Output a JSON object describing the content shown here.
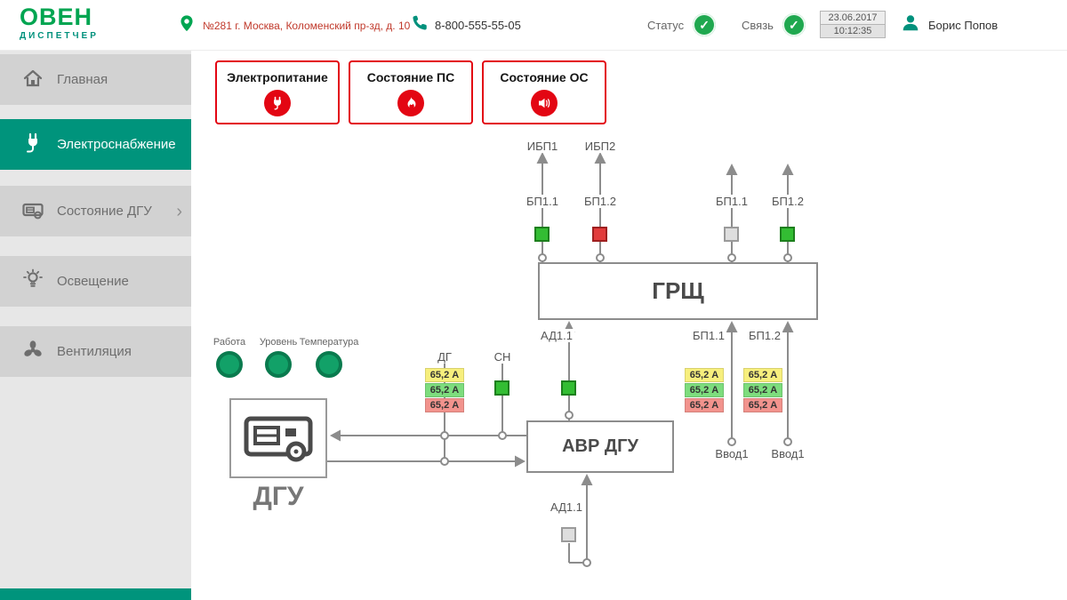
{
  "icons": {
    "check": "✓",
    "chevron": "›"
  },
  "header": {
    "logo_title": "ОВЕН",
    "logo_subtitle": "ДИСПЕТЧЕР",
    "address": "№281 г. Москва, Коломенский пр-зд, д. 10",
    "phone": "8-800-555-55-05",
    "status_label": "Статус",
    "link_label": "Связь",
    "date": "23.06.2017",
    "time": "10:12:35",
    "user_name": "Борис Попов"
  },
  "sidebar": {
    "items": [
      {
        "label": "Главная"
      },
      {
        "label": "Электроснабжение"
      },
      {
        "label": "Состояние ДГУ"
      },
      {
        "label": "Освещение"
      },
      {
        "label": "Вентиляция"
      }
    ]
  },
  "alarm_buttons": [
    {
      "label": "Электропитание"
    },
    {
      "label": "Состояние ПС"
    },
    {
      "label": "Состояние ОС"
    }
  ],
  "diagram": {
    "ibp1": "ИБП1",
    "ibp2": "ИБП2",
    "grshch": "ГРЩ",
    "avr": "АВР ДГУ",
    "dgu": "ДГУ",
    "top_breakers": [
      {
        "label": "БП1.1",
        "state": "on"
      },
      {
        "label": "БП1.2",
        "state": "alarm"
      },
      {
        "label": "БП1.1",
        "state": "off"
      },
      {
        "label": "БП1.2",
        "state": "on"
      }
    ],
    "indicators": [
      {
        "label": "Работа",
        "state": "on"
      },
      {
        "label": "Уровень",
        "state": "on"
      },
      {
        "label": "Температура",
        "state": "on"
      }
    ],
    "dg": {
      "label": "ДГ",
      "currents": [
        "65,2 А",
        "65,2 А",
        "65,2 А"
      ]
    },
    "sn": {
      "label": "СН",
      "state": "on"
    },
    "ad_top": {
      "label": "АД1.1",
      "state": "on"
    },
    "ad_bottom": {
      "label": "АД1.1",
      "state": "off"
    },
    "feeder1": {
      "breaker": "БП1.1",
      "currents": [
        "65,2 А",
        "65,2 А",
        "65,2 А"
      ],
      "source": "Ввод1"
    },
    "feeder2": {
      "breaker": "БП1.2",
      "currents": [
        "65,2 А",
        "65,2 А",
        "65,2 А"
      ],
      "source": "Ввод1"
    }
  },
  "colors": {
    "brand_teal": "#00947C",
    "logo_green": "#00A551",
    "alarm_red": "#E30613",
    "state_on": "#33BD33",
    "state_alarm": "#E23B3B",
    "state_off": "#DEDEDE",
    "current_yellow": "#F7EF7D",
    "current_green": "#7DDD7D",
    "current_red": "#F2938D",
    "line_gray": "#8C8C8C"
  }
}
